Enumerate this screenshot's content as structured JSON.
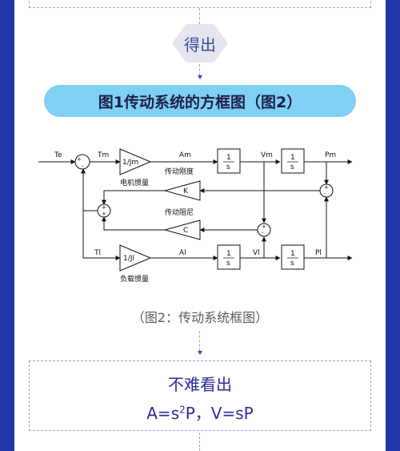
{
  "badge": {
    "label": "得出"
  },
  "title": {
    "text": "图1传动系统的方框图（图2）"
  },
  "diagram": {
    "signals": {
      "te": "Te",
      "tm": "Tm",
      "am": "Am",
      "vm": "Vm",
      "pm": "Pm",
      "tl": "Tl",
      "al": "Al",
      "vl": "Vl",
      "pl": "Pl"
    },
    "blocks": {
      "gain_jm": "1/Jm",
      "gain_jl": "1/Jl",
      "integrator": "1",
      "integrator_den": "s",
      "k": "K",
      "c": "C"
    },
    "labels": {
      "motor_inertia": "电机惯量",
      "stiffness": "传动刚度",
      "damping": "传动阻尼",
      "load_inertia": "负载惯量"
    }
  },
  "caption": {
    "text": "（图2：传动系统框图）"
  },
  "result": {
    "line1": "不难看出",
    "line2_a": "A=s",
    "line2_sup": "2",
    "line2_b": "P，V=sP"
  }
}
